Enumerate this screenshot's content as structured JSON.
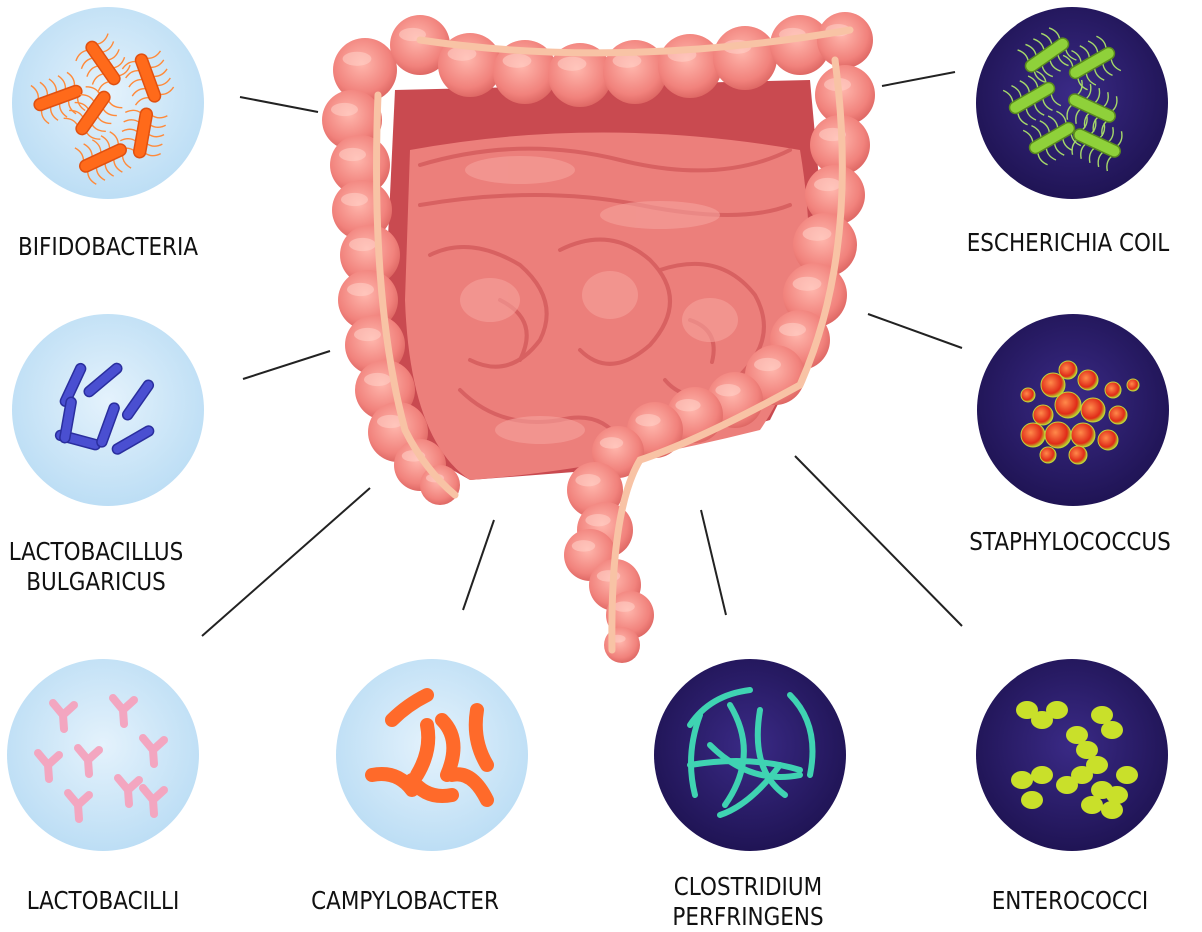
{
  "colors": {
    "light_bg": "#cfe6f7",
    "dark_bg": "#2a1b66",
    "intestine": "#f0847d",
    "intestine_dark": "#d8605e",
    "band": "#f6b79a",
    "line": "#222222"
  },
  "bacteria": [
    {
      "id": "bifidobacteria",
      "lines": [
        "BIFIDOBACTERIA"
      ],
      "theme": "light",
      "shape": "rod-flagella",
      "color": "#ff6a1a"
    },
    {
      "id": "lactobacillus-bulgaricus",
      "lines": [
        "LACTOBACILLUS",
        "BULGARICUS"
      ],
      "theme": "light",
      "shape": "rod",
      "color": "#4a4fd1"
    },
    {
      "id": "lactobacilli",
      "lines": [
        "LACTOBACILLI"
      ],
      "theme": "light",
      "shape": "branched",
      "color": "#f3a6c0"
    },
    {
      "id": "campylobacter",
      "lines": [
        "CAMPYLOBACTER"
      ],
      "theme": "light",
      "shape": "curved",
      "color": "#ff6a2a"
    },
    {
      "id": "clostridium-perfringens",
      "lines": [
        "CLOSTRIDIUM",
        "PERFRINGENS"
      ],
      "theme": "dark",
      "shape": "filament",
      "color": "#3fd3b2"
    },
    {
      "id": "enterococci",
      "lines": [
        "ENTEROCOCCI"
      ],
      "theme": "dark",
      "shape": "chain",
      "color": "#c9e02a"
    },
    {
      "id": "staphylococcus",
      "lines": [
        "STAPHYLOCOCCUS"
      ],
      "theme": "dark",
      "shape": "cocci",
      "color": "#e8321a"
    },
    {
      "id": "escherichia-coil",
      "lines": [
        "ESCHERICHIA COIL"
      ],
      "theme": "dark",
      "shape": "rod-flagella",
      "color": "#8fd13a"
    }
  ]
}
